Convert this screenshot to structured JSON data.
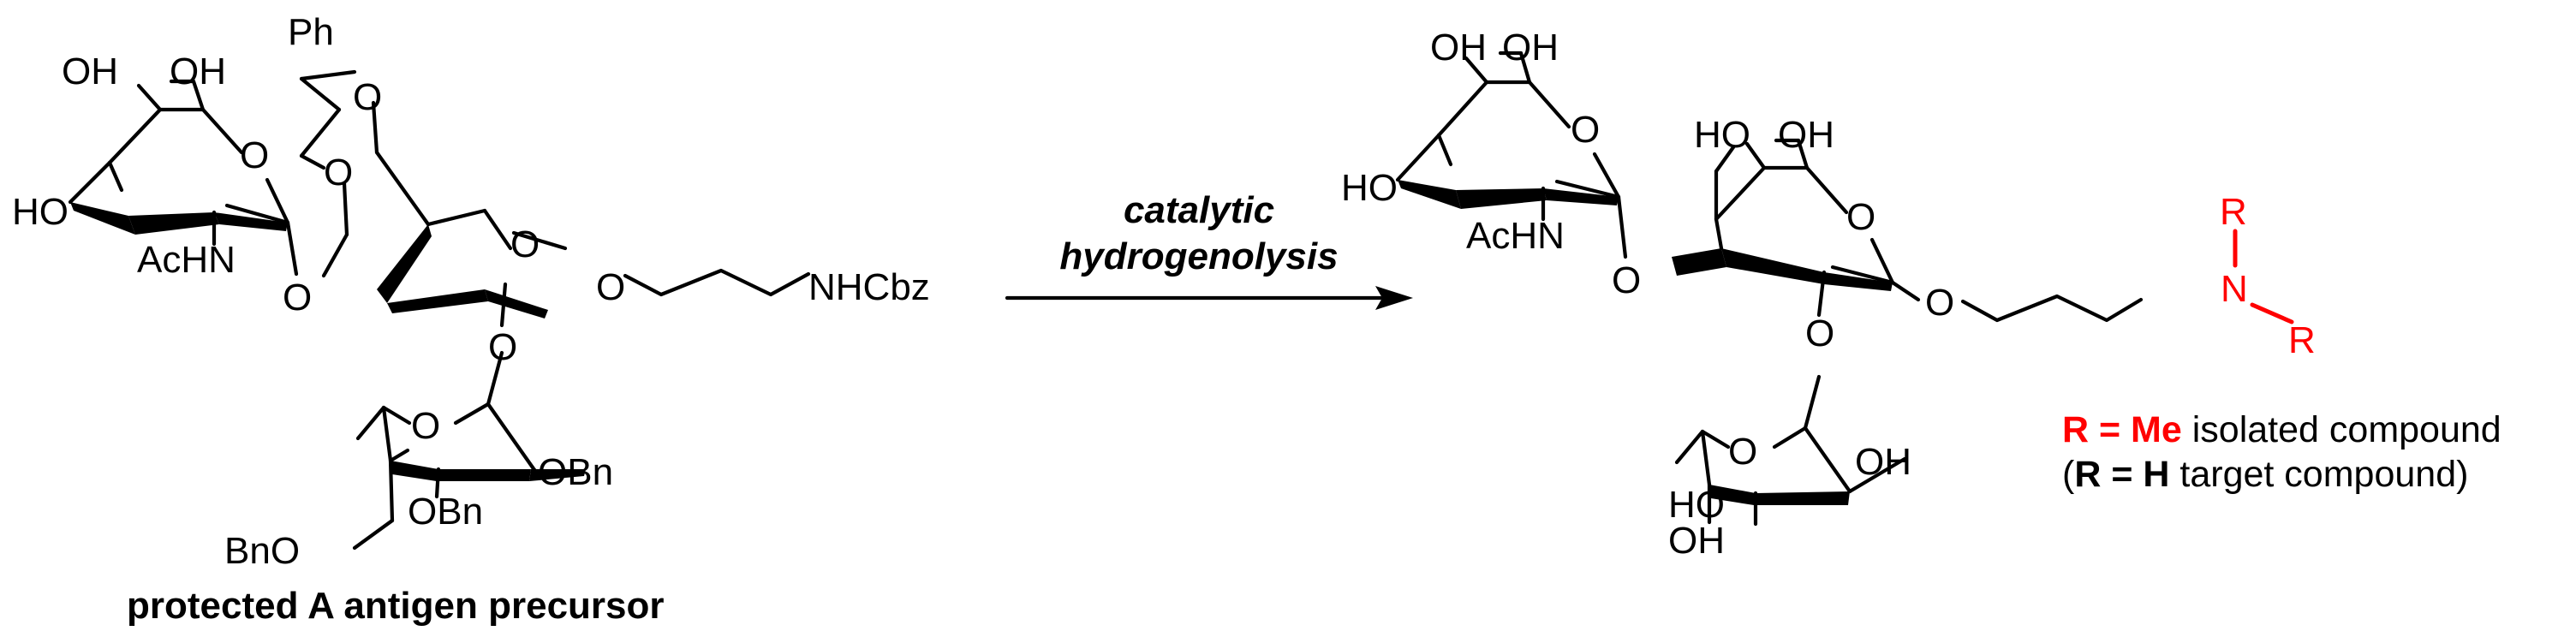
{
  "colors": {
    "ink": "#000000",
    "highlight": "#ff0000"
  },
  "reactant": {
    "caption": "protected A antigen precursor",
    "labels": {
      "ph": "Ph",
      "oh1": "OH",
      "oh2": "OH",
      "ho": "HO",
      "achn": "AcHN",
      "o_ring1": "O",
      "o_link1": "O",
      "o_acetal1": "O",
      "o_acetal2": "O",
      "o_ring2": "O",
      "o_link2": "O",
      "o_chain": "O",
      "nhcbz": "NHCbz",
      "o_ring3": "O",
      "obn1": "OBn",
      "obn2": "OBn",
      "bno": "BnO"
    }
  },
  "arrow": {
    "line1": "catalytic",
    "line2": "hydrogenolysis"
  },
  "product": {
    "labels": {
      "oh1": "OH",
      "oh2": "OH",
      "ho1": "HO",
      "achn": "AcHN",
      "o_ring1": "O",
      "o_link1": "O",
      "ho2": "HO",
      "oh3": "OH",
      "o_ring2": "O",
      "o_link2": "O",
      "o_chain": "O",
      "n": "N",
      "r1": "R",
      "r2": "R",
      "o_ring3": "O",
      "oh4": "OH",
      "ho3": "HO",
      "oh5": "OH"
    },
    "legend": {
      "line1_bold": "R = Me",
      "line1_text": " isolated compound",
      "line2_open": "(",
      "line2_bold": "R = H",
      "line2_text": " target compound)"
    }
  }
}
